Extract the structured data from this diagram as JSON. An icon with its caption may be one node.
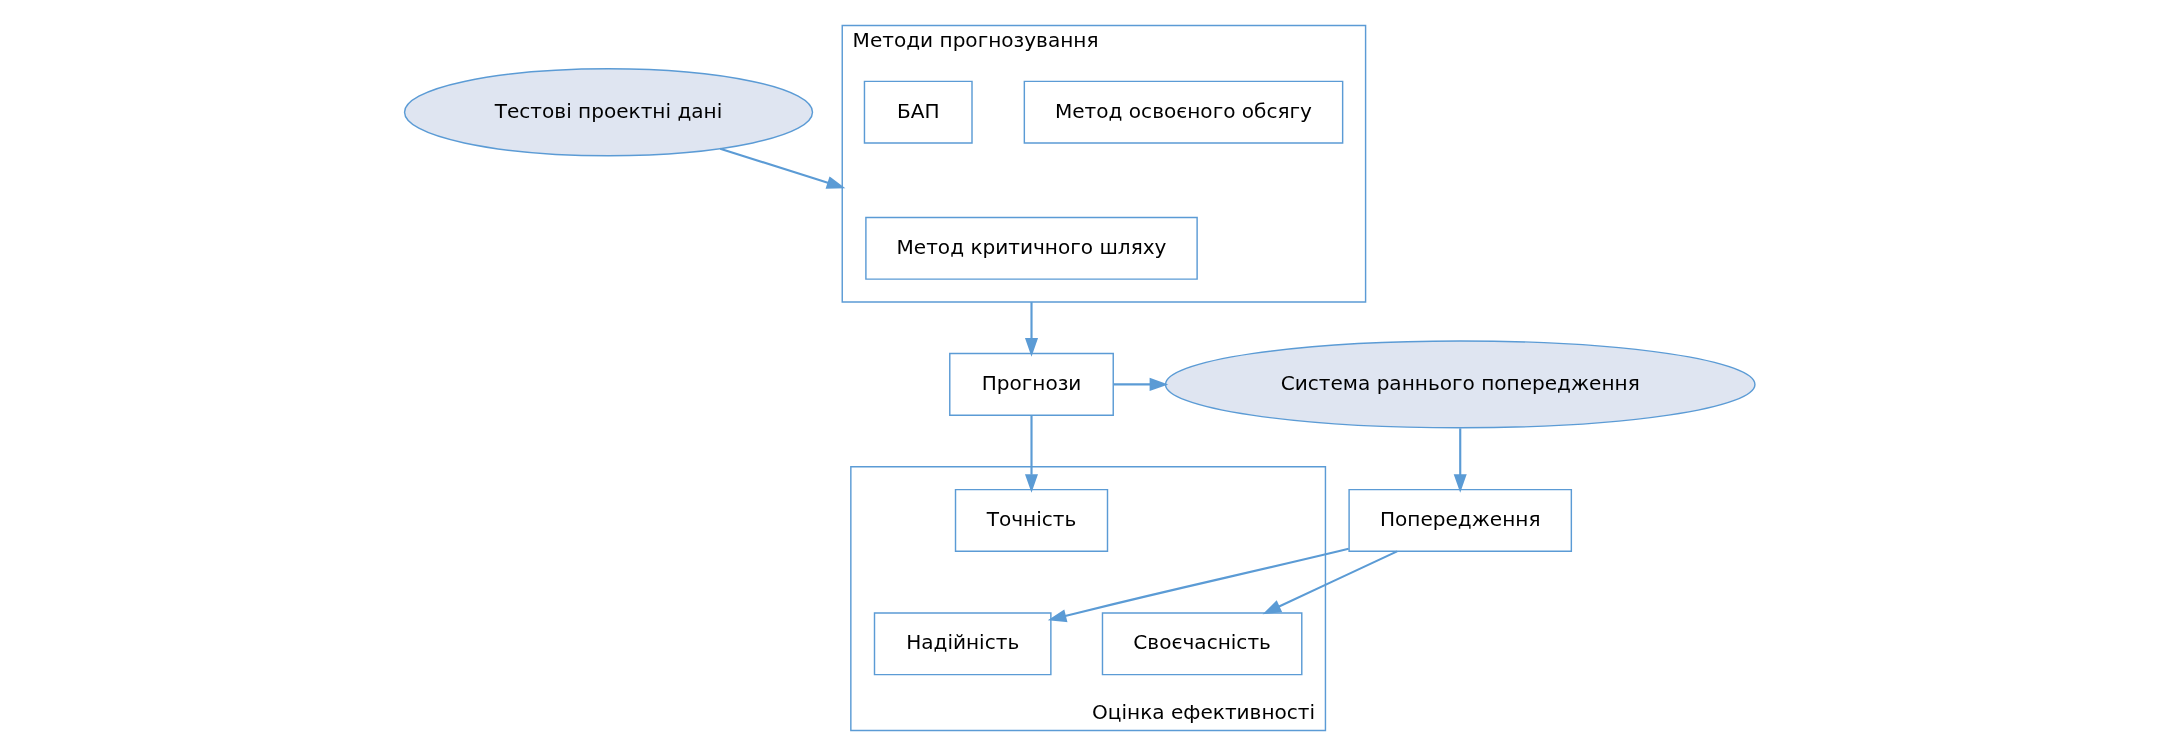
{
  "diagram": {
    "nodes": [
      {
        "text": [
          "Тестові проектні дані"
        ]
      },
      {
        "text": [
          "Методи прогнозування"
        ]
      },
      {
        "text": [
          "Метод освоєного обсягу"
        ],
        "in": 1
      },
      {
        "text": [
          "Метод критичного шляху"
        ],
        "in": 1
      },
      {
        "text": [
          "БАП"
        ],
        "in": 1
      },
      {
        "text": [
          "Прогнози"
        ]
      },
      {
        "text": [
          "Система раннього попередження"
        ]
      },
      {
        "text": [
          "Попередження"
        ]
      },
      {
        "text": [
          "Оцінка ефективності"
        ]
      },
      {
        "text": [
          "Точність"
        ],
        "in": 8
      },
      {
        "text": [
          "Своєчасність"
        ],
        "in": 8
      },
      {
        "text": [
          "Надійність"
        ],
        "in": 8
      }
    ],
    "edges": [
      {
        "from": 0,
        "to": 1,
        "arrow": "to"
      },
      {
        "from": 1,
        "to": 5,
        "arrow": "to"
      },
      {
        "from": 5,
        "to": 6,
        "arrow": "to"
      },
      {
        "from": 6,
        "to": 7,
        "arrow": "to"
      },
      {
        "from": 5,
        "to": 9,
        "arrow": "to"
      },
      {
        "from": 7,
        "to": 10,
        "arrow": "to"
      },
      {
        "from": 7,
        "to": 11,
        "arrow": "to"
      }
    ]
  }
}
